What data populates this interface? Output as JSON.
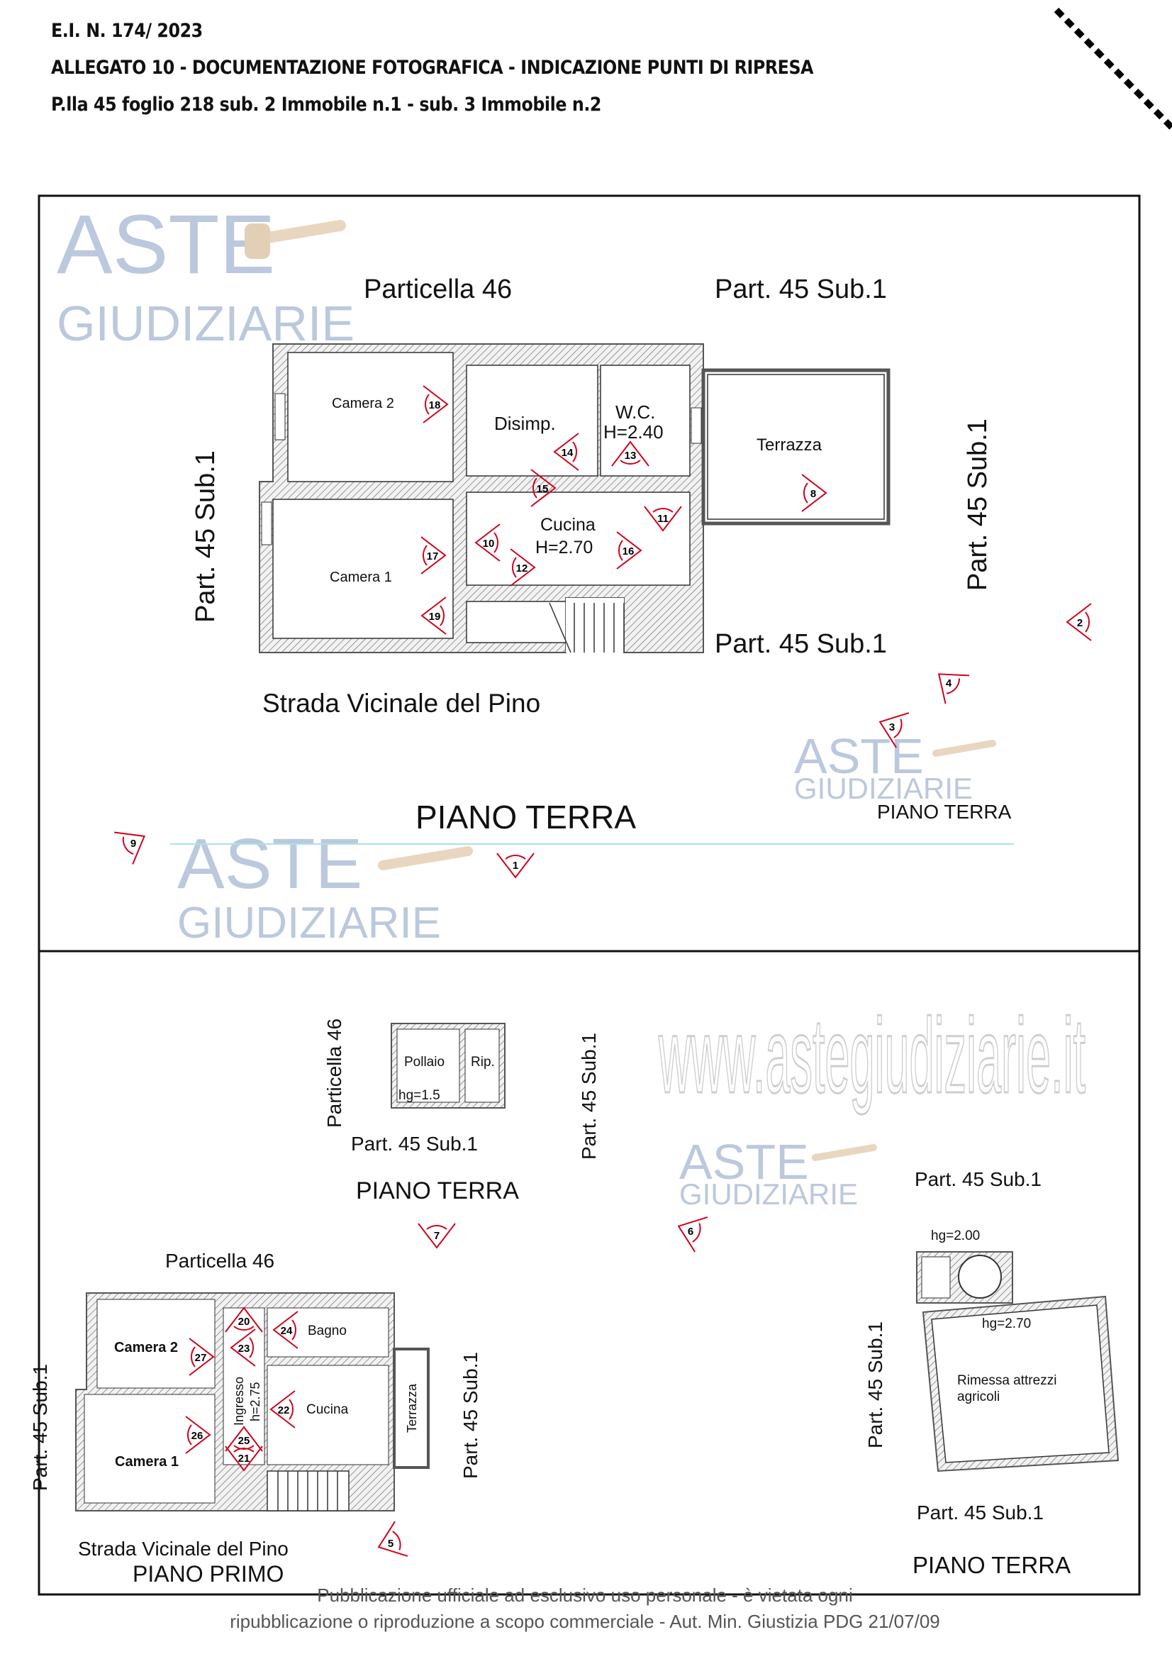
{
  "header": {
    "case_number": "E.I.  N. 174/ 2023",
    "title": "ALLEGATO  10 - DOCUMENTAZIONE FOTOGRAFICA - INDICAZIONE PUNTI DI RIPRESA",
    "subtitle": "P.lla 45 foglio 218 sub. 2 Immobile n.1  - sub. 3 Immobile n.2"
  },
  "top_plan": {
    "particella_46": "Particella 46",
    "part_top": "Part. 45 Sub.1",
    "part_left": "Part. 45 Sub.1",
    "part_right": "Part. 45 Sub.1",
    "part_bottom": "Part. 45 Sub.1",
    "rooms": {
      "camera2": "Camera 2",
      "disimp": "Disimp.",
      "wc": "W.C.",
      "wc_h": "H=2.40",
      "terrazza": "Terrazza",
      "camera1": "Camera 1",
      "cucina": "Cucina",
      "cucina_h": "H=2.70"
    },
    "road": "Strada Vicinale del Pino",
    "floor_big": "PIANO TERRA",
    "floor_small": "PIANO TERRA"
  },
  "bottom_plan": {
    "particella_46_vertical": "Particella 46",
    "pollaio": "Pollaio",
    "rip": "Rip.",
    "pollaio_h": "hg=1.5",
    "part_below_pollaio": "Part. 45 Sub.1",
    "part_vertical_mid": "Part. 45 Sub.1",
    "floor_pollaio": "PIANO TERRA",
    "part_right_top": "Part. 45 Sub.1",
    "rimessa_h_top": "hg=2.00",
    "rimessa_h": "hg=2.70",
    "rimessa_line1": "Rimessa attrezzi",
    "rimessa_line2": "agricoli",
    "part_rimessa_vertical": "Part. 45 Sub.1",
    "part_right_bottom": "Part. 45 Sub.1",
    "floor_rimessa": "PIANO TERRA",
    "particella_46_primo": "Particella 46",
    "primo_rooms": {
      "camera2": "Camera 2",
      "camera1": "Camera 1",
      "ingresso": "Ingresso",
      "ingresso_h": "h=2.75",
      "bagno": "Bagno",
      "cucina": "Cucina",
      "terrazza": "Terrazza"
    },
    "part_primo_vertical": "Part. 45 Sub.1",
    "part_left_cut": "Part. 45 Sub.1",
    "road": "Strada Vicinale del Pino",
    "floor_primo": "PIANO PRIMO"
  },
  "photo_points": [
    "1",
    "2",
    "3",
    "4",
    "5",
    "6",
    "7",
    "8",
    "9",
    "10",
    "11",
    "12",
    "13",
    "14",
    "15",
    "16",
    "17",
    "18",
    "19",
    "20",
    "21",
    "22",
    "23",
    "24",
    "25",
    "26",
    "27"
  ],
  "watermark": {
    "aste": "ASTE",
    "giudiziarie": "GIUDIZIARIE",
    "site": "www.astegiudiziarie.it"
  },
  "footer": {
    "line1": "Pubblicazione ufficiale ad esclusivo uso personale - è vietata ogni",
    "line2": "ripubblicazione o riproduzione a scopo commerciale - Aut. Min. Giustizia PDG 21/07/09"
  },
  "colors": {
    "marker": "#d0021b",
    "wall": "#777777",
    "watermark": "#9fb2cf",
    "accent_line": "#40c8c8"
  }
}
